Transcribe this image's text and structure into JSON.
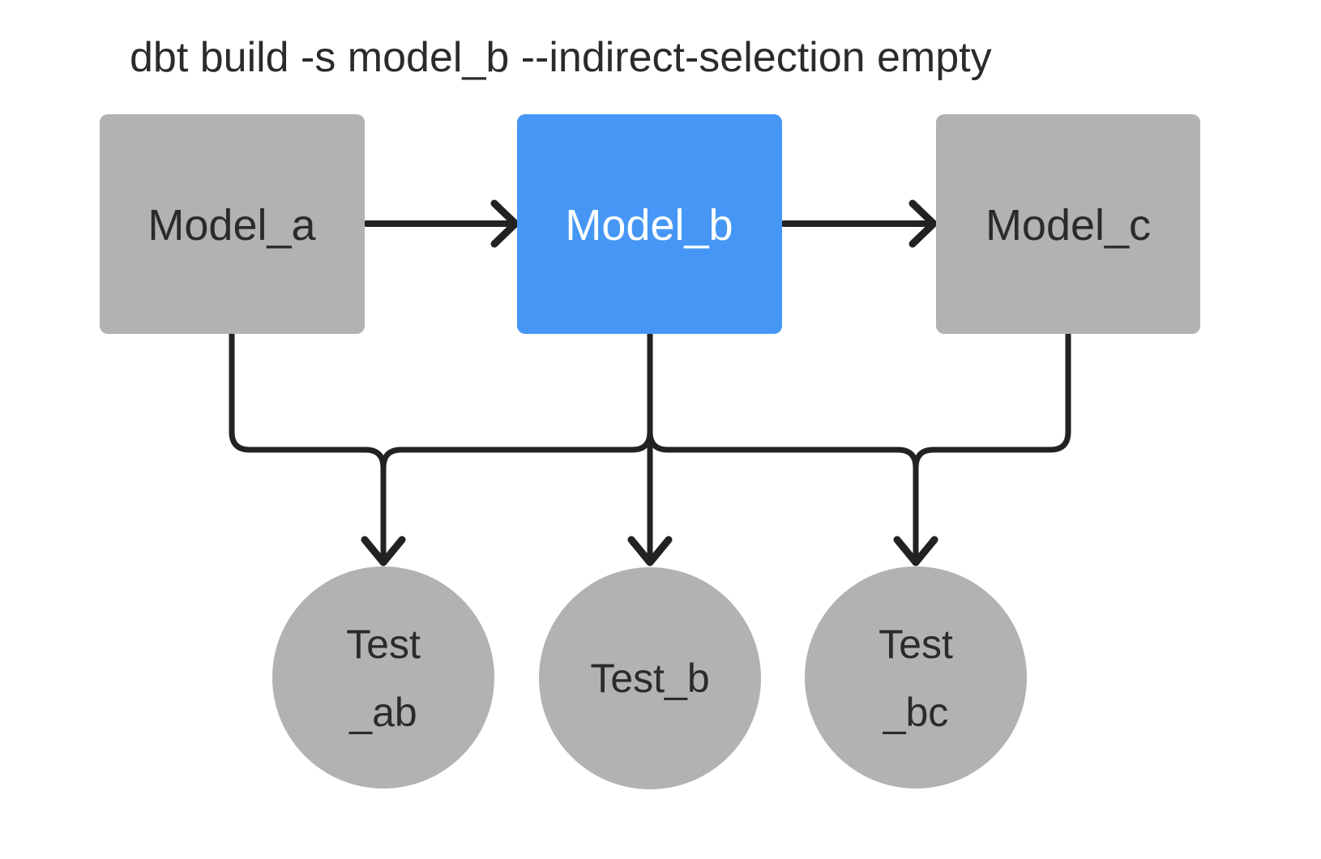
{
  "title": "dbt build -s model_b --indirect-selection empty",
  "colors": {
    "background": "#ffffff",
    "node_gray": "#b2b2b2",
    "node_blue": "#4697f5",
    "edge": "#222222",
    "label_dark": "#2b2b2b",
    "label_light": "#ffffff"
  },
  "nodes": {
    "model_a": {
      "label": "Model_a",
      "type": "model",
      "state": "unselected"
    },
    "model_b": {
      "label": "Model_b",
      "type": "model",
      "state": "selected"
    },
    "model_c": {
      "label": "Model_c",
      "type": "model",
      "state": "unselected"
    },
    "test_ab": {
      "line1": "Test",
      "line2": "_ab",
      "type": "test",
      "state": "unselected"
    },
    "test_b": {
      "line1": "Test_b",
      "type": "test",
      "state": "unselected"
    },
    "test_bc": {
      "line1": "Test",
      "line2": "_bc",
      "type": "test",
      "state": "unselected"
    }
  },
  "edges": [
    {
      "from": "model_a",
      "to": "model_b"
    },
    {
      "from": "model_b",
      "to": "model_c"
    },
    {
      "from": "model_a",
      "to": "test_ab"
    },
    {
      "from": "model_b",
      "to": "test_ab"
    },
    {
      "from": "model_b",
      "to": "test_b"
    },
    {
      "from": "model_b",
      "to": "test_bc"
    },
    {
      "from": "model_c",
      "to": "test_bc"
    }
  ]
}
